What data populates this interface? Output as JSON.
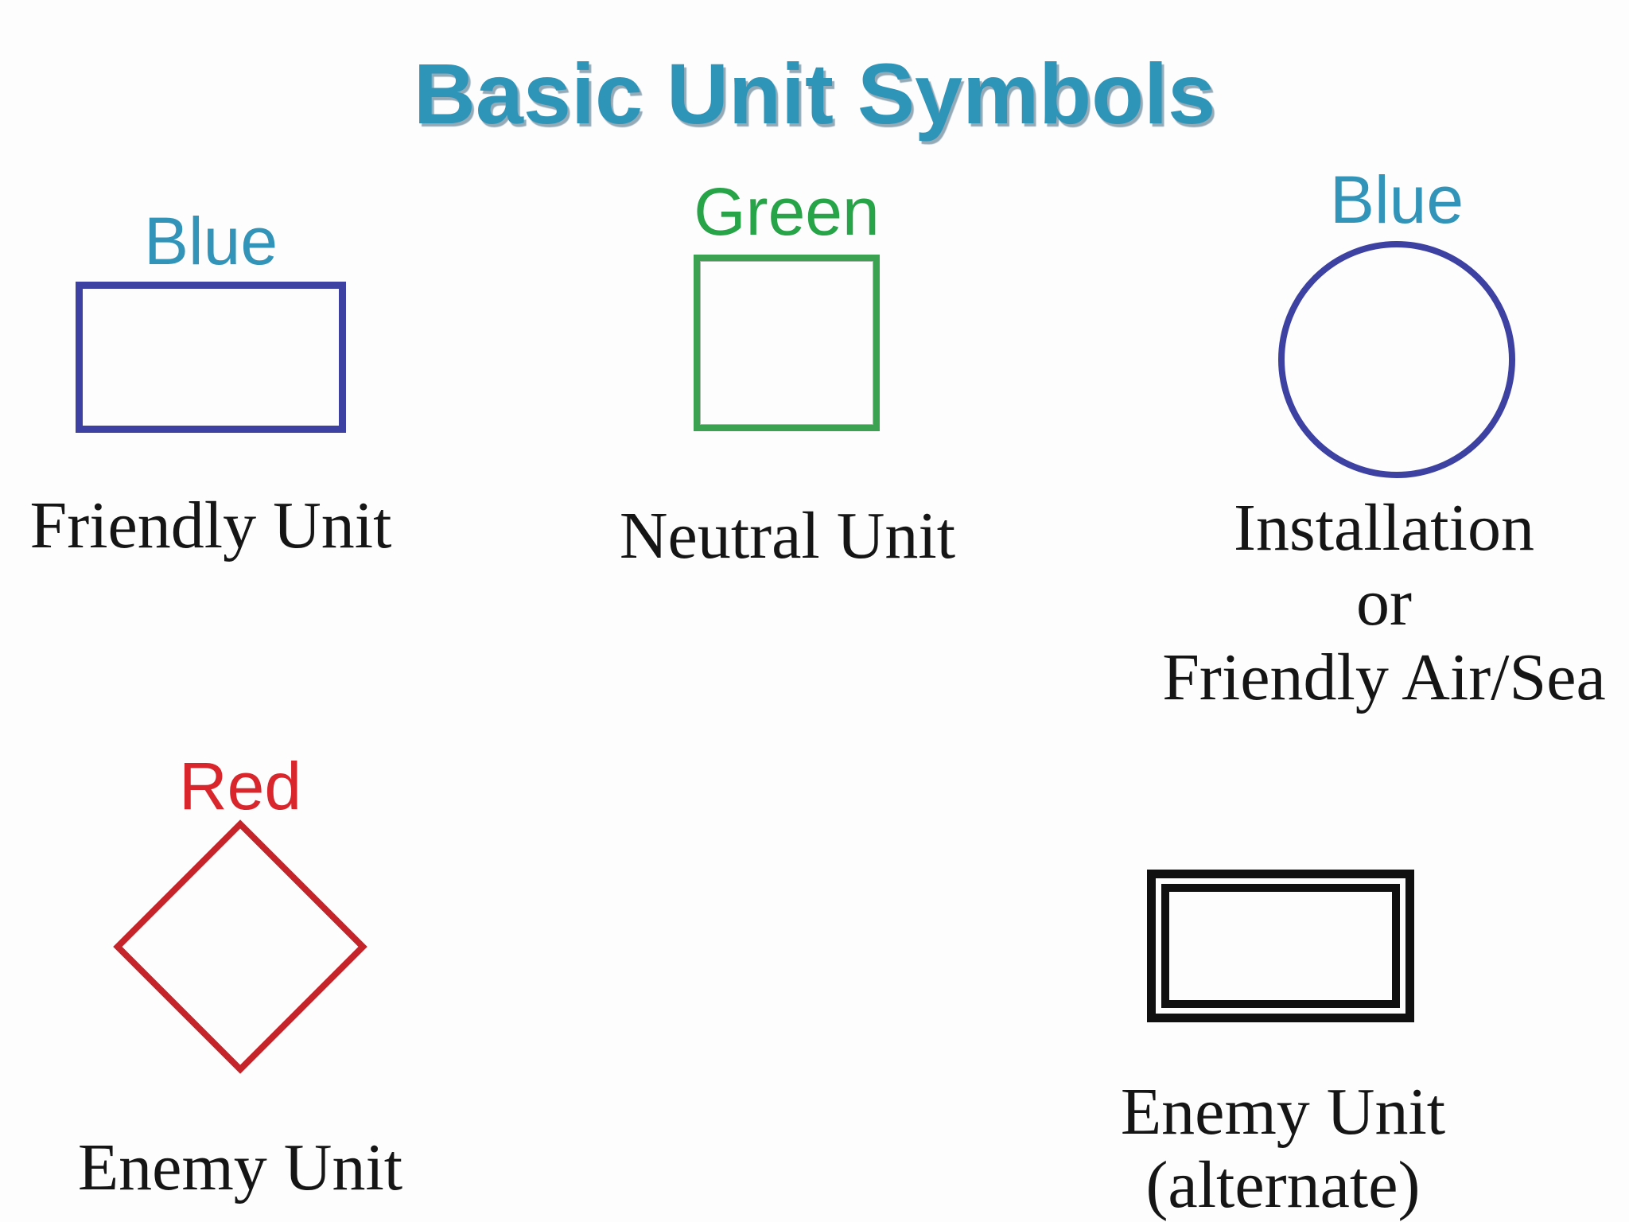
{
  "title": "Basic Unit Symbols",
  "groups": {
    "friendly": {
      "shape": "rectangle",
      "color_label": "Blue",
      "caption": "Friendly Unit"
    },
    "neutral": {
      "shape": "square",
      "color_label": "Green",
      "caption": "Neutral Unit"
    },
    "installation": {
      "shape": "circle",
      "color_label": "Blue",
      "caption_line1": "Installation",
      "caption_line2": "or",
      "caption_line3": "Friendly Air/Sea"
    },
    "enemy": {
      "shape": "diamond",
      "color_label": "Red",
      "caption": "Enemy Unit"
    },
    "enemy_alternate": {
      "shape": "double-rectangle",
      "caption_line1": "Enemy Unit",
      "caption_line2": "(alternate)"
    }
  },
  "colors": {
    "background": "#FDFDFD",
    "title_teal": "#2E94B8",
    "label_teal": "#3294B8",
    "label_green": "#27A348",
    "label_red": "#D8262C",
    "shape_blue_stroke": "#3C41A2",
    "shape_green_stroke": "#3AA251",
    "shape_red_stroke": "#C5242B",
    "shape_black_stroke": "#101010",
    "caption_black": "#151515"
  }
}
